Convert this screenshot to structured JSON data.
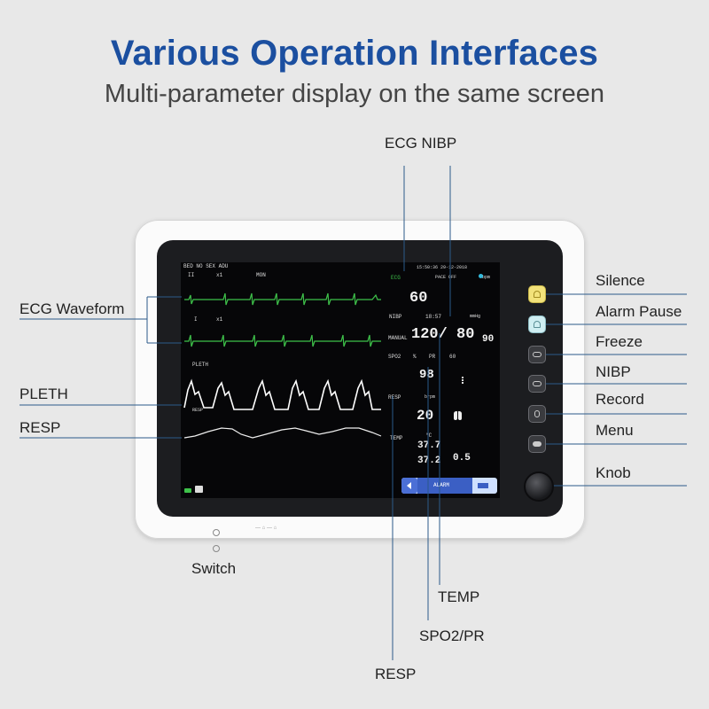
{
  "header": {
    "title": "Various Operation Interfaces",
    "subtitle": "Multi-parameter display on the same screen"
  },
  "callouts": {
    "ecg_nibp": "ECG  NIBP",
    "ecg_waveform": "ECG Waveform",
    "pleth": "PLETH",
    "resp": "RESP",
    "silence": "Silence",
    "alarm_pause": "Alarm Pause",
    "freeze": "Freeze",
    "nibp": "NIBP",
    "record": "Record",
    "menu": "Menu",
    "knob": "Knob",
    "switch": "Switch",
    "temp": "TEMP",
    "spo2_pr": "SPO2/PR",
    "resp_bottom": "RESP"
  },
  "screen": {
    "header_left": "BED NO    SEX    ADU",
    "datetime": "15:50:36  29-12-2018",
    "ecg_label": "ECG",
    "pace": "PACE OFF",
    "hr_unit": "bpm",
    "hr_value": "60",
    "lead1": "II",
    "gain1": "x1",
    "mode": "MON",
    "lead2": "I",
    "gain2": "x1",
    "pleth_label": "PLETH",
    "resp_wave_label": "RESP",
    "nibp_label": "NIBP",
    "nibp_time": "18:57",
    "nibp_unit": "mmHg",
    "nibp_mode": "MANUAL",
    "nibp_value": "120/ 80",
    "nibp_mean": "90",
    "spo2_label": "SPO2",
    "pct": "%",
    "pr_label": "PR",
    "pr_small": "60",
    "spo2_value": "98",
    "resp_label": "RESP",
    "resp_unit": "brpm",
    "resp_value": "20",
    "temp_label": "TEMP",
    "temp_unit": "°C",
    "t1": "37.7",
    "t2": "37.2",
    "td": "0.5",
    "alarm_text": "ALARM"
  },
  "colors": {
    "title": "#1b4fa0",
    "ecg_wave": "#3ec24a",
    "pleth_wave": "#ffffff",
    "silence_button": "#f2e27a",
    "alarm_pause_button": "#cfeef2",
    "line": "#2b5a8a"
  }
}
